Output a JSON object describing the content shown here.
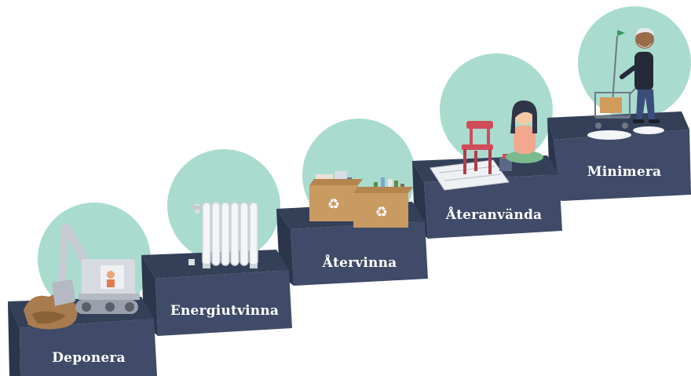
{
  "colors": {
    "step_front": "#3f4b68",
    "step_top": "#334058",
    "step_side": "#2b364d",
    "circle": "#a9dccf",
    "label_text": "#ffffff"
  },
  "steps": [
    {
      "label": "Deponera",
      "icon": "excavator-icon"
    },
    {
      "label": "Energiutvinna",
      "icon": "radiator-icon"
    },
    {
      "label": "Återvinna",
      "icon": "recycling-boxes-icon"
    },
    {
      "label": "Återanvända",
      "icon": "painting-chair-icon"
    },
    {
      "label": "Minimera",
      "icon": "shopper-with-cart-icon"
    }
  ]
}
